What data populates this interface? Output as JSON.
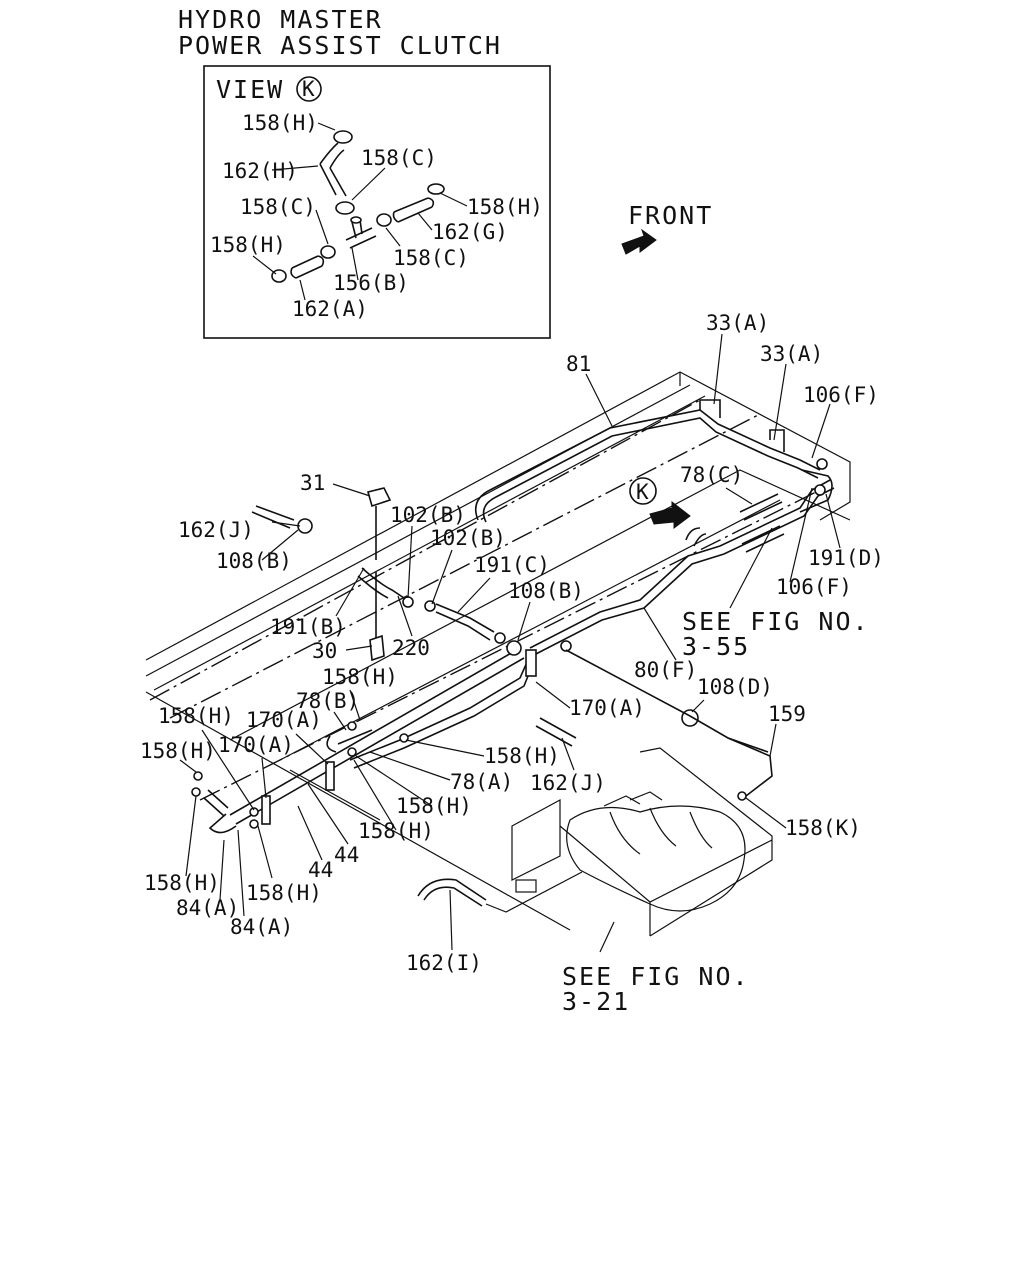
{
  "title": {
    "line1": "HYDRO MASTER",
    "line2": "POWER ASSIST CLUTCH"
  },
  "view": {
    "label": "VIEW",
    "marker": "K",
    "parts": [
      "158(H)",
      "162(H)",
      "158(C)",
      "158(C)",
      "158(H)",
      "158(H)",
      "162(G)",
      "158(C)",
      "156(B)",
      "162(A)"
    ]
  },
  "front_label": "FRONT",
  "view_marker_main": "K",
  "callouts": [
    "33(A)",
    "33(A)",
    "81",
    "106(F)",
    "78(C)",
    "31",
    "102(B)",
    "102(B)",
    "162(J)",
    "108(B)",
    "191(C)",
    "108(B)",
    "191(D)",
    "106(F)",
    "191(B)",
    "220",
    "30",
    "158(H)",
    "80(F)",
    "108(D)",
    "78(B)",
    "170(A)",
    "159",
    "158(H)",
    "170(A)",
    "170(A)",
    "158(H)",
    "158(H)",
    "78(A)",
    "162(J)",
    "158(H)",
    "158(K)",
    "158(H)",
    "44",
    "44",
    "158(H)",
    "158(H)",
    "84(A)",
    "84(A)",
    "162(I)"
  ],
  "references": [
    {
      "line1": "SEE FIG NO.",
      "line2": "3-55"
    },
    {
      "line1": "SEE FIG NO.",
      "line2": "3-21"
    }
  ]
}
